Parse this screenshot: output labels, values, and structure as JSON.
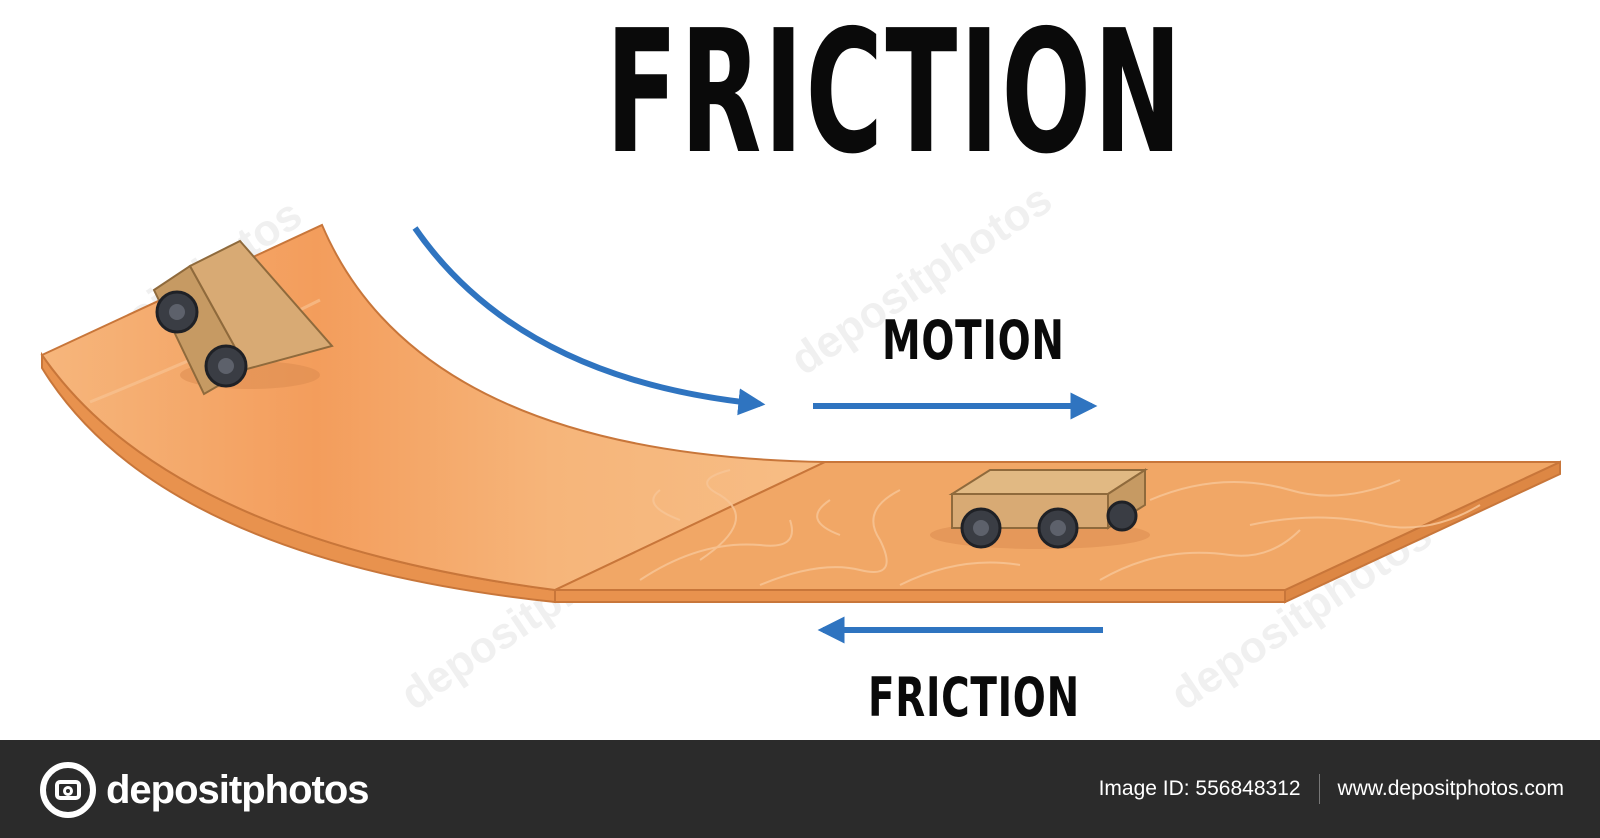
{
  "diagram": {
    "title": "FRICTION",
    "motion_label": "MOTION",
    "friction_label": "FRICTION"
  },
  "watermark": {
    "text": "depositphotos"
  },
  "footer": {
    "logo_text": "depositphotos",
    "image_id": "Image ID: 556848312",
    "site_url": "www.depositphotos.com"
  },
  "colors": {
    "arrow": "#2f74c0",
    "ramp": "#f3a868",
    "board": "#f1a766",
    "block": "#d8aa74",
    "wheel": "#3a3d44",
    "footer_bg": "#2b2b2b"
  },
  "icons": [
    "camera-icon",
    "curved-arrow-icon",
    "right-arrow-icon",
    "left-arrow-icon"
  ]
}
